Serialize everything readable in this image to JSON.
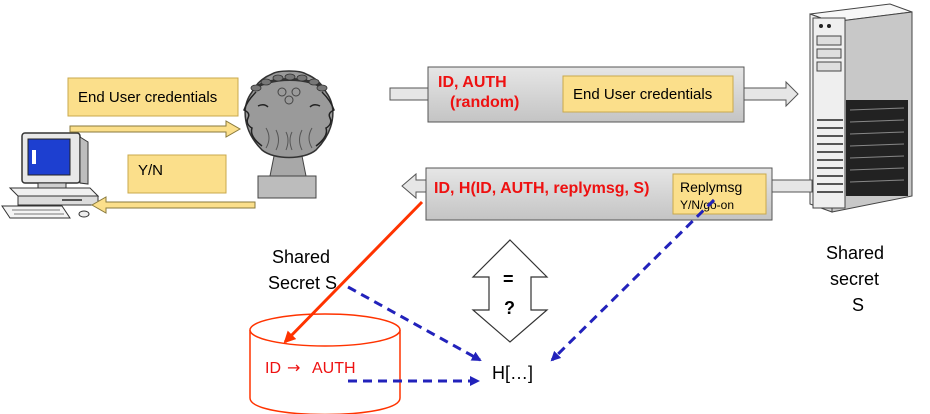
{
  "colors": {
    "yellow_box": "#fbdf8b",
    "gray_bar": "#d4d4d4",
    "red": "#ee1111",
    "red_arrow": "#ff3300",
    "blue_dashed": "#2222bb",
    "db_outline": "#ff3300"
  },
  "icons": {
    "client": "desktop-computer-icon",
    "proxy": "janus-head-icon",
    "server": "tower-server-icon",
    "database": "database-cylinder-icon"
  },
  "client": {
    "credentials_label": "End User credentials",
    "response_label": "Y/N"
  },
  "proxy": {
    "shared_secret_line1": "Shared",
    "shared_secret_line2": "Secret S"
  },
  "request": {
    "id_auth": "ID, AUTH",
    "random": "(random)",
    "credentials_label": "End User credentials"
  },
  "reply": {
    "hash_expression": "ID, H(ID, AUTH, replymsg, S)",
    "replymsg_label": "Replymsg",
    "replymsg_sub": "Y/N/go-on"
  },
  "server": {
    "shared_secret_line1": "Shared",
    "shared_secret_line2": "secret",
    "shared_secret_line3": "S"
  },
  "compare": {
    "equals": "=",
    "question": "?"
  },
  "database": {
    "id_label": "ID",
    "arrow": "→",
    "auth_label": "AUTH"
  },
  "hash_result": "H[…]"
}
